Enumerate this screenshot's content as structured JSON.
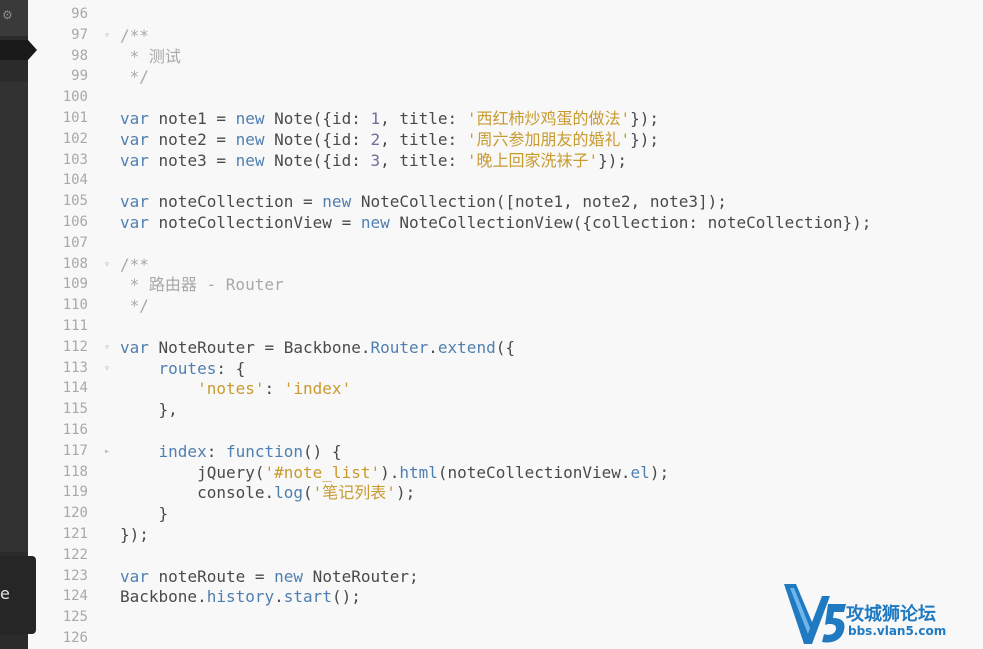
{
  "sidebar": {
    "popup_label": "e",
    "gear_icon": "gear-icon"
  },
  "code_lines": [
    {
      "n": "96",
      "fold": "",
      "html": ""
    },
    {
      "n": "97",
      "fold": "▿",
      "html": "<span class=\"cmt\">/**</span>"
    },
    {
      "n": "98",
      "fold": "",
      "html": "<span class=\"cmt\"> * 测试</span>"
    },
    {
      "n": "99",
      "fold": "",
      "html": "<span class=\"cmt\"> */</span>"
    },
    {
      "n": "100",
      "fold": "",
      "html": ""
    },
    {
      "n": "101",
      "fold": "",
      "html": "<span class=\"kw\">var</span> note1 = <span class=\"kw\">new</span> Note({id: <span class=\"num\">1</span>, title: <span class=\"str\">'西红柿炒鸡蛋的做法'</span>});"
    },
    {
      "n": "102",
      "fold": "",
      "html": "<span class=\"kw\">var</span> note2 = <span class=\"kw\">new</span> Note({id: <span class=\"num\">2</span>, title: <span class=\"str\">'周六参加朋友的婚礼'</span>});"
    },
    {
      "n": "103",
      "fold": "",
      "html": "<span class=\"kw\">var</span> note3 = <span class=\"kw\">new</span> Note({id: <span class=\"num\">3</span>, title: <span class=\"str\">'晚上回家洗袜子'</span>});"
    },
    {
      "n": "104",
      "fold": "",
      "html": ""
    },
    {
      "n": "105",
      "fold": "",
      "html": "<span class=\"kw\">var</span> noteCollection = <span class=\"kw\">new</span> NoteCollection([note1, note2, note3]);"
    },
    {
      "n": "106",
      "fold": "",
      "html": "<span class=\"kw\">var</span> noteCollectionView = <span class=\"kw\">new</span> NoteCollectionView({collection: noteCollection});"
    },
    {
      "n": "107",
      "fold": "",
      "html": ""
    },
    {
      "n": "108",
      "fold": "▿",
      "html": "<span class=\"cmt\">/**</span>"
    },
    {
      "n": "109",
      "fold": "",
      "html": "<span class=\"cmt\"> * 路由器 - Router</span>"
    },
    {
      "n": "110",
      "fold": "",
      "html": "<span class=\"cmt\"> */</span>"
    },
    {
      "n": "111",
      "fold": "",
      "html": ""
    },
    {
      "n": "112",
      "fold": "▿",
      "html": "<span class=\"kw\">var</span> NoteRouter = Backbone.<span class=\"prop\">Router</span>.<span class=\"prop\">extend</span>({"
    },
    {
      "n": "113",
      "fold": "▿",
      "html": "    <span class=\"prop\">routes</span>: {"
    },
    {
      "n": "114",
      "fold": "",
      "html": "        <span class=\"str\">'notes'</span>: <span class=\"str\">'index'</span>"
    },
    {
      "n": "115",
      "fold": "",
      "html": "    },"
    },
    {
      "n": "116",
      "fold": "",
      "html": ""
    },
    {
      "n": "117",
      "fold": "▸",
      "html": "    <span class=\"prop\">index</span>: <span class=\"kw\">function</span>() {"
    },
    {
      "n": "118",
      "fold": "",
      "html": "        jQuery(<span class=\"str\">'#note_list'</span>).<span class=\"prop\">html</span>(noteCollectionView.<span class=\"prop\">el</span>);"
    },
    {
      "n": "119",
      "fold": "",
      "html": "        console.<span class=\"prop\">log</span>(<span class=\"str\">'笔记列表'</span>);"
    },
    {
      "n": "120",
      "fold": "",
      "html": "    }"
    },
    {
      "n": "121",
      "fold": "",
      "html": "});"
    },
    {
      "n": "122",
      "fold": "",
      "html": ""
    },
    {
      "n": "123",
      "fold": "",
      "html": "<span class=\"kw\">var</span> noteRoute = <span class=\"kw\">new</span> NoteRouter;"
    },
    {
      "n": "124",
      "fold": "",
      "html": "Backbone.<span class=\"prop\">history</span>.<span class=\"prop\">start</span>();"
    },
    {
      "n": "125",
      "fold": "",
      "html": ""
    },
    {
      "n": "126",
      "fold": "",
      "html": ""
    }
  ],
  "watermark": {
    "title": "攻城狮论坛",
    "url": "bbs.vlan5.com"
  },
  "colors": {
    "keyword": "#4f7fb0",
    "string": "#c99a2e",
    "comment": "#a8a8a8",
    "background": "#f8f8f8",
    "sidebar": "#2b2b2b",
    "watermark": "#1f7ac2"
  }
}
